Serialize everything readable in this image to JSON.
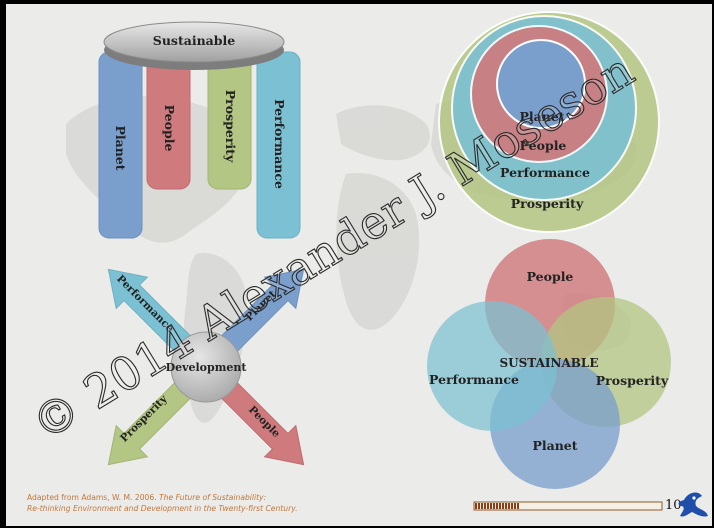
{
  "pillars": {
    "roof_label": "Sustainable",
    "columns": [
      "Planet",
      "People",
      "Prosperity",
      "Performance"
    ]
  },
  "nested": {
    "rings": [
      "Planet",
      "People",
      "Performance",
      "Prosperity"
    ]
  },
  "arrows": {
    "center_label": "Development",
    "directions": [
      "Performance",
      "Planet",
      "Prosperity",
      "People"
    ]
  },
  "venn": {
    "center_label": "SUSTAINABLE",
    "circles": [
      "People",
      "Performance",
      "Prosperity",
      "Planet"
    ]
  },
  "footer": {
    "line1_prefix": "Adapted from Adams, W. M. 2006.",
    "line1_title": "The Future of Sustainability:",
    "line2_title": "Re-thinking Environment and Development in the Twenty-first Century."
  },
  "page_number": "10",
  "progress": 0.24,
  "watermark": "© 2014 Alexander J. Moseson",
  "colors": {
    "blue": "#7b9fcc",
    "red": "#cf7a7d",
    "green": "#b3c683",
    "teal": "#7cc1d3"
  }
}
